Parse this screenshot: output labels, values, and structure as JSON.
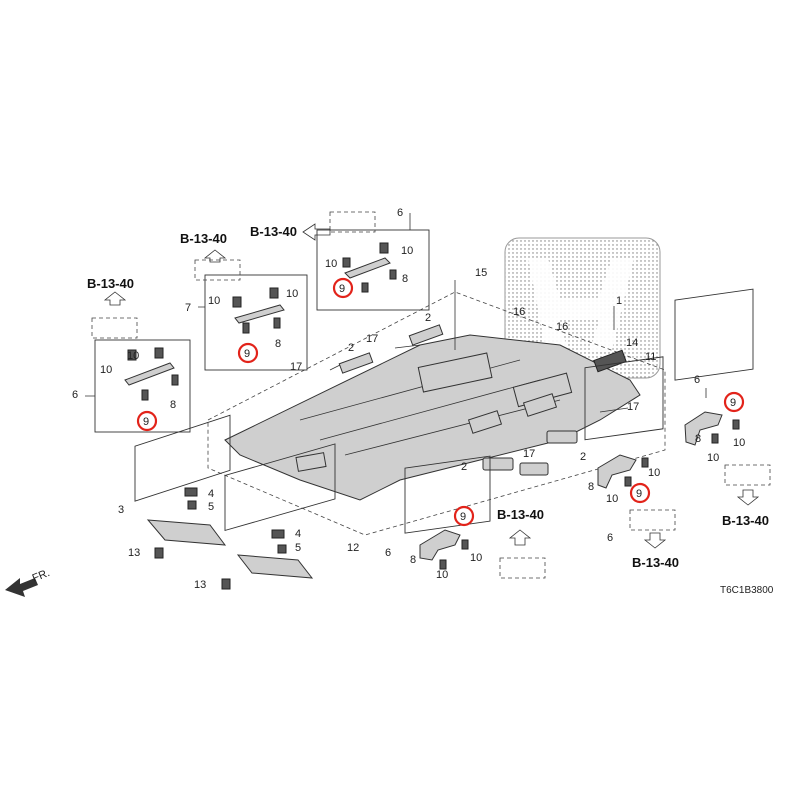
{
  "diagram": {
    "code": "T6C1B3800",
    "front_label": "FR.",
    "highlight_color": "#e2231a",
    "ref_label": "B-13-40",
    "part_numbers": [
      "1",
      "2",
      "3",
      "4",
      "5",
      "6",
      "7",
      "8",
      "9",
      "10",
      "11",
      "12",
      "13",
      "14",
      "15",
      "16",
      "17"
    ]
  }
}
